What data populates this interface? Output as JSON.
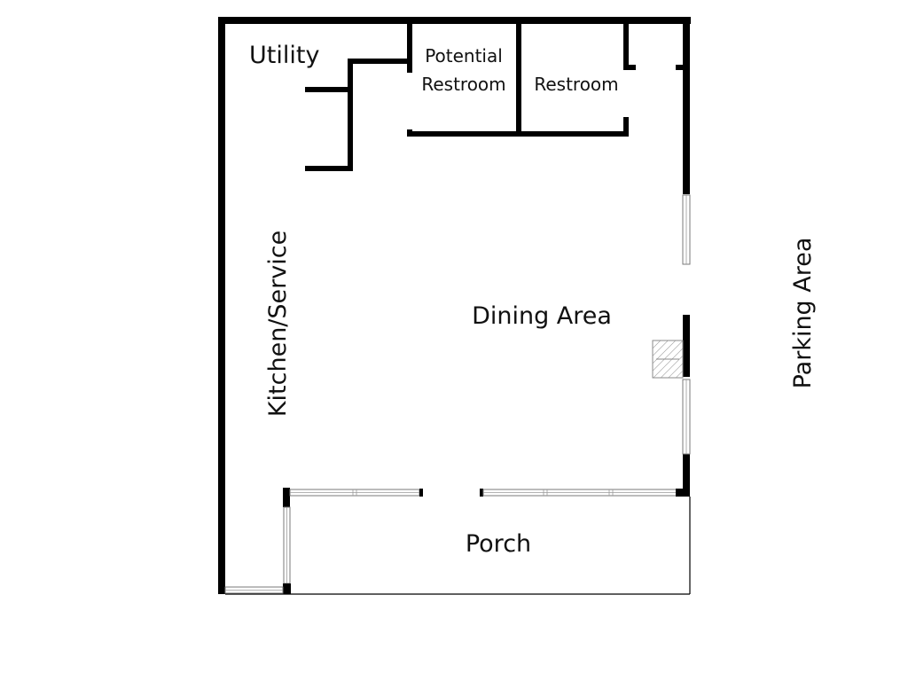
{
  "rooms": {
    "utility": "Utility",
    "potential_restroom_line1": "Potential",
    "potential_restroom_line2": "Restroom",
    "restroom": "Restroom",
    "kitchen": "Kitchen/Service",
    "dining": "Dining Area",
    "porch": "Porch",
    "parking": "Parking Area"
  },
  "watermark": "",
  "colors": {
    "wall": "#000000",
    "window_frame": "#7a7a7a",
    "background": "#ffffff"
  }
}
